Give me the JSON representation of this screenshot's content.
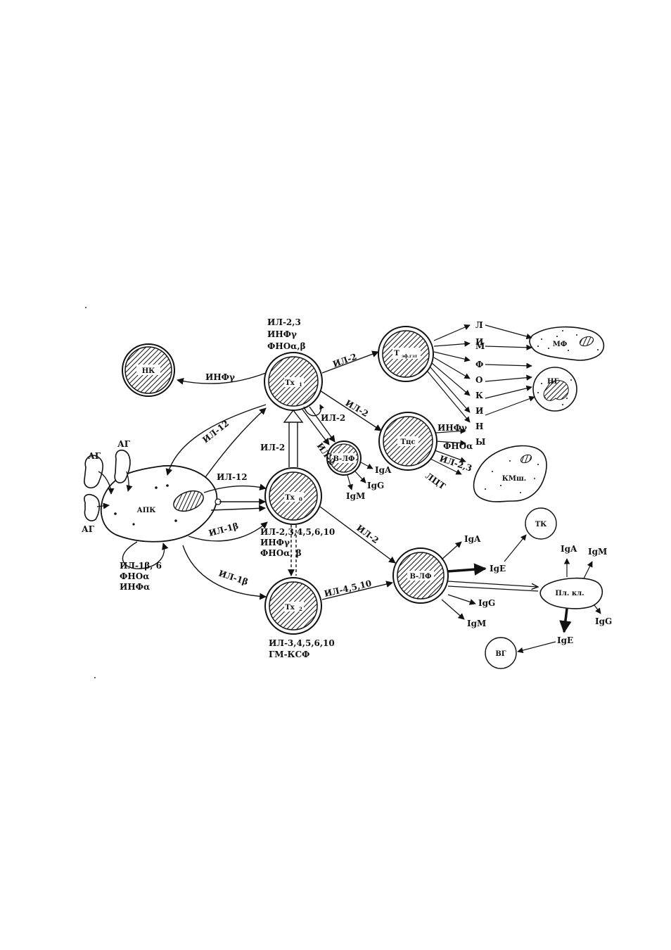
{
  "cells": {
    "nk": "НК",
    "tx1": "Тх",
    "tx1_sub": "1",
    "tx0": "Тх",
    "tx0_sub": "0",
    "tx2": "Тх",
    "tx2_sub": "2",
    "teff": "Т",
    "teff_sub": "эф.гзт",
    "tcs": "Тцс",
    "blf_small": "В-ЛФ",
    "blf_big": "В-ЛФ",
    "apc": "АПК",
    "mf": "МФ",
    "ng": "НГ",
    "kmsh": "КМш.",
    "tk": "ТК",
    "vg": "ВГ",
    "plasma": "Пл. кл."
  },
  "antigens": [
    "АГ",
    "АГ",
    "АГ"
  ],
  "lymphokines": [
    "Л",
    "И",
    "М",
    "Ф",
    "О",
    "К",
    "И",
    "Н",
    "Ы"
  ],
  "labels": {
    "tx1_top": [
      "ИЛ-2,3",
      "ИНФγ",
      "ФНОα,β"
    ],
    "apc_bottom": [
      "ИЛ-1β, 6",
      "ФНОα",
      "ИНФα"
    ],
    "tx0_bottom": [
      "ИЛ-2,3,4,5,6,10",
      "ИНФγ",
      "ФНОα, β"
    ],
    "tx2_bottom": [
      "ИЛ-3,4,5,6,10",
      "ГМ-КСФ"
    ],
    "tcs_out": [
      "ИНФγ",
      "ФНОα",
      "ИЛ-2,3",
      "ЛЦТ"
    ],
    "inf_to_nk": "ИНФγ",
    "il12_up": "ИЛ-12",
    "il12_mid": "ИЛ-12",
    "il1b_mid": "ИЛ-1β",
    "il1b_low": "ИЛ-1β",
    "il2_tx0_up": "ИЛ-2",
    "il2_tx1_teff": "ИЛ-2",
    "il2_tx1_tcs": "ИЛ-2",
    "il2_tx1_b1": "ИЛ-2",
    "il2_tx1_b2": "ИЛ-2",
    "il2_tx0_b": "ИЛ-2",
    "il4510": "ИЛ-4,5,10",
    "small_b_out": [
      "IgA",
      "IgG",
      "IgM"
    ],
    "big_b_out": [
      "IgA",
      "IgE",
      "IgG",
      "IgM"
    ],
    "plasma_out": [
      "IgA",
      "IgM",
      "IgG",
      "IgE"
    ]
  }
}
